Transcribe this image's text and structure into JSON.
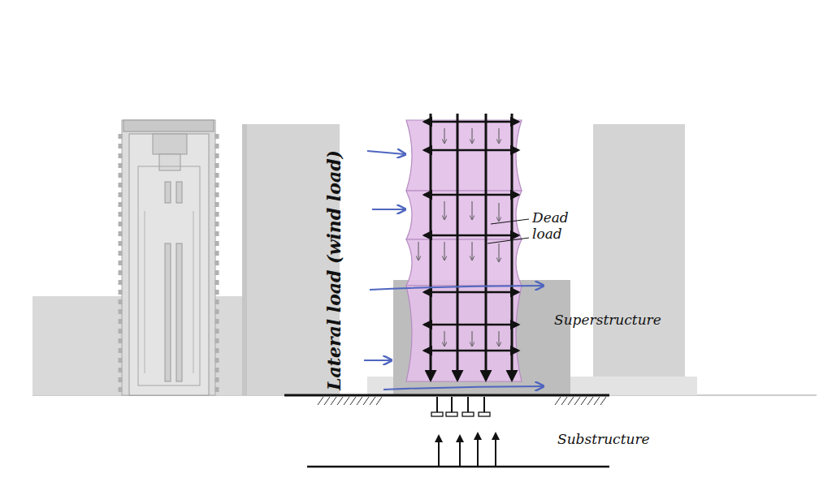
{
  "diagram": {
    "labels": [
      "Lateral load (wind load)",
      "Dead load",
      "Superstructure",
      "Substructure"
    ]
  }
}
